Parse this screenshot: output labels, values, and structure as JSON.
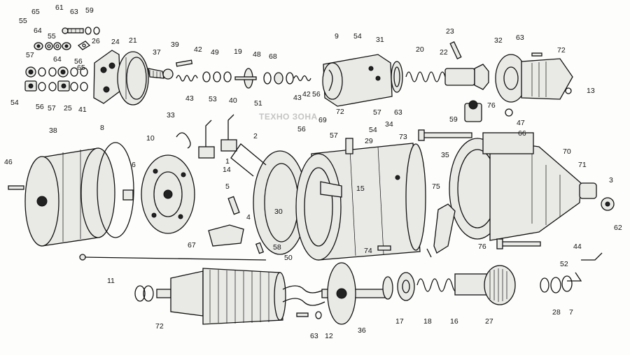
{
  "watermark": "ТЕХНО ЗОНА",
  "colors": {
    "ink": "#111111",
    "paper": "#fdfdfb",
    "fill": "#e9e9e6"
  },
  "callouts": [
    {
      "id": "c55a",
      "text": "55"
    },
    {
      "id": "c65",
      "text": "65"
    },
    {
      "id": "c61",
      "text": "61"
    },
    {
      "id": "c63a",
      "text": "63"
    },
    {
      "id": "c59a",
      "text": "59"
    },
    {
      "id": "c64a",
      "text": "64"
    },
    {
      "id": "c55b",
      "text": "55"
    },
    {
      "id": "c26",
      "text": "26"
    },
    {
      "id": "c24",
      "text": "24"
    },
    {
      "id": "c21",
      "text": "21"
    },
    {
      "id": "c39",
      "text": "39"
    },
    {
      "id": "c37",
      "text": "37"
    },
    {
      "id": "c42",
      "text": "42"
    },
    {
      "id": "c49",
      "text": "49"
    },
    {
      "id": "c19",
      "text": "19"
    },
    {
      "id": "c48",
      "text": "48"
    },
    {
      "id": "c68",
      "text": "68"
    },
    {
      "id": "c9",
      "text": "9"
    },
    {
      "id": "c54a",
      "text": "54"
    },
    {
      "id": "c31",
      "text": "31"
    },
    {
      "id": "c20",
      "text": "20"
    },
    {
      "id": "c22",
      "text": "22"
    },
    {
      "id": "c23",
      "text": "23"
    },
    {
      "id": "c32",
      "text": "32"
    },
    {
      "id": "c63b",
      "text": "63"
    },
    {
      "id": "c72a",
      "text": "72"
    },
    {
      "id": "c57a",
      "text": "57"
    },
    {
      "id": "c64b",
      "text": "64"
    },
    {
      "id": "c56a",
      "text": "56"
    },
    {
      "id": "c65b",
      "text": "65"
    },
    {
      "id": "c54b",
      "text": "54"
    },
    {
      "id": "c56b",
      "text": "56"
    },
    {
      "id": "c57b",
      "text": "57"
    },
    {
      "id": "c25",
      "text": "25"
    },
    {
      "id": "c41",
      "text": "41"
    },
    {
      "id": "c43a",
      "text": "43"
    },
    {
      "id": "c53",
      "text": "53"
    },
    {
      "id": "c40",
      "text": "40"
    },
    {
      "id": "c51",
      "text": "51"
    },
    {
      "id": "c43b",
      "text": "43"
    },
    {
      "id": "c42b",
      "text": "42"
    },
    {
      "id": "c56c",
      "text": "56"
    },
    {
      "id": "c57c",
      "text": "57"
    },
    {
      "id": "c63c",
      "text": "63"
    },
    {
      "id": "c13",
      "text": "13"
    },
    {
      "id": "c72b",
      "text": "72"
    },
    {
      "id": "c69",
      "text": "69"
    },
    {
      "id": "c56d",
      "text": "56"
    },
    {
      "id": "c57d",
      "text": "57"
    },
    {
      "id": "c54c",
      "text": "54"
    },
    {
      "id": "c34",
      "text": "34"
    },
    {
      "id": "c29",
      "text": "29"
    },
    {
      "id": "c76a",
      "text": "76"
    },
    {
      "id": "c59b",
      "text": "59"
    },
    {
      "id": "c47",
      "text": "47"
    },
    {
      "id": "c33",
      "text": "33"
    },
    {
      "id": "c38",
      "text": "38"
    },
    {
      "id": "c8",
      "text": "8"
    },
    {
      "id": "c10",
      "text": "10"
    },
    {
      "id": "c2",
      "text": "2"
    },
    {
      "id": "c73",
      "text": "73"
    },
    {
      "id": "c35",
      "text": "35"
    },
    {
      "id": "c66a",
      "text": "66"
    },
    {
      "id": "c70",
      "text": "70"
    },
    {
      "id": "c71",
      "text": "71"
    },
    {
      "id": "c46",
      "text": "46"
    },
    {
      "id": "c6",
      "text": "6"
    },
    {
      "id": "c1",
      "text": "1"
    },
    {
      "id": "c14",
      "text": "14"
    },
    {
      "id": "c15",
      "text": "15"
    },
    {
      "id": "c3",
      "text": "3"
    },
    {
      "id": "c5",
      "text": "5"
    },
    {
      "id": "c30",
      "text": "30"
    },
    {
      "id": "c75",
      "text": "75"
    },
    {
      "id": "c62",
      "text": "62"
    },
    {
      "id": "c4",
      "text": "4"
    },
    {
      "id": "c67",
      "text": "67"
    },
    {
      "id": "c58",
      "text": "58"
    },
    {
      "id": "c50",
      "text": "50"
    },
    {
      "id": "c74",
      "text": "74"
    },
    {
      "id": "c76b",
      "text": "76"
    },
    {
      "id": "c44",
      "text": "44"
    },
    {
      "id": "c11",
      "text": "11"
    },
    {
      "id": "c52",
      "text": "52"
    },
    {
      "id": "c72c",
      "text": "72"
    },
    {
      "id": "c63d",
      "text": "63"
    },
    {
      "id": "c12",
      "text": "12"
    },
    {
      "id": "c36",
      "text": "36"
    },
    {
      "id": "c17",
      "text": "17"
    },
    {
      "id": "c18",
      "text": "18"
    },
    {
      "id": "c16",
      "text": "16"
    },
    {
      "id": "c27",
      "text": "27"
    },
    {
      "id": "c28",
      "text": "28"
    },
    {
      "id": "c7",
      "text": "7"
    }
  ]
}
